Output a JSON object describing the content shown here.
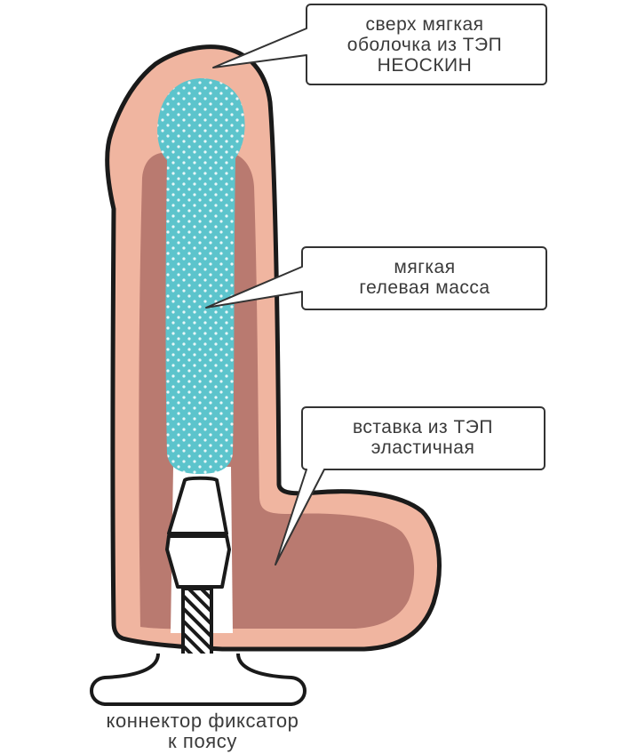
{
  "labels": {
    "outer_shell": {
      "line1": "сверх мягкая",
      "line2": "оболочка из ТЭП",
      "line3": "НЕОСКИН"
    },
    "gel_core": {
      "line1": "мягкая",
      "line2": "гелевая масса"
    },
    "insert": {
      "line1": "вставка из ТЭП",
      "line2": "эластичная"
    },
    "connector": {
      "line1": "коннектор фиксатор",
      "line2": "к поясу"
    }
  },
  "colors": {
    "outline": "#1a1a1a",
    "outer_shell": "#f0b5a0",
    "inner_insert": "#b97a70",
    "gel": "#5cc4cc",
    "gel_dots": "#e8f7f8",
    "connector": "#ffffff",
    "callout_border": "#333333",
    "text": "#3a3a3a"
  }
}
